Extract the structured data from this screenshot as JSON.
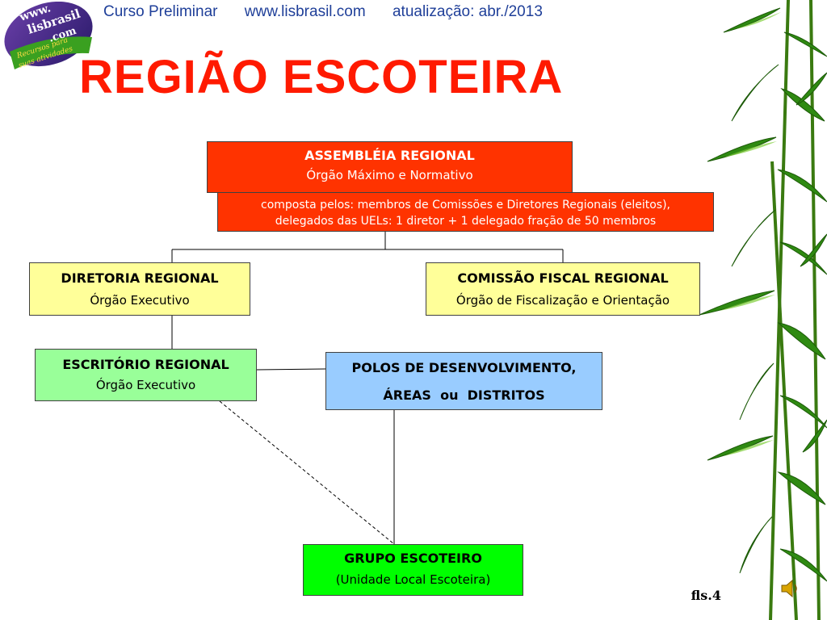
{
  "header": {
    "course": "Curso Preliminar",
    "site": "www.lisbrasil.com",
    "updated": "atualização: abr./2013"
  },
  "logo": {
    "line1": "www.",
    "line2": "lisbrasil",
    "line3": ".com",
    "tagline1": "Recursos para",
    "tagline2": "suas atividades"
  },
  "title": "REGIÃO ESCOTEIRA",
  "diagram": {
    "assembleia": {
      "title": "ASSEMBLÉIA REGIONAL",
      "subtitle": "Órgão Máximo e Normativo"
    },
    "composta": {
      "line1": "composta pelos: membros de Comissões e Diretores Regionais (eleitos),",
      "line2": "delegados das UELs: 1 diretor + 1 delegado fração de 50 membros"
    },
    "diretoria": {
      "title": "DIRETORIA REGIONAL",
      "subtitle": "Órgão Executivo"
    },
    "comissao": {
      "title": "COMISSÃO FISCAL REGIONAL",
      "subtitle": "Órgão de Fiscalização e Orientação"
    },
    "escritorio": {
      "title": "ESCRITÓRIO REGIONAL",
      "subtitle": "Órgão Executivo"
    },
    "polos": {
      "line1": "POLOS DE DESENVOLVIMENTO,",
      "line2": "ÁREAS  ou  DISTRITOS"
    },
    "grupo": {
      "title": "GRUPO ESCOTEIRO",
      "subtitle": "(Unidade Local Escoteira)"
    }
  },
  "footer": {
    "page_code": "fls.4"
  },
  "icons": {
    "speaker": "speaker-icon",
    "bamboo": "bamboo-decoration"
  },
  "colors": {
    "title": "#ff1a00",
    "header_text": "#1f3f99",
    "assembleia_fill": "#ff3300",
    "diretoria_fill": "#ffff99",
    "escritorio_fill": "#99ff99",
    "polos_fill": "#99ccff",
    "grupo_fill": "#00ff00"
  }
}
